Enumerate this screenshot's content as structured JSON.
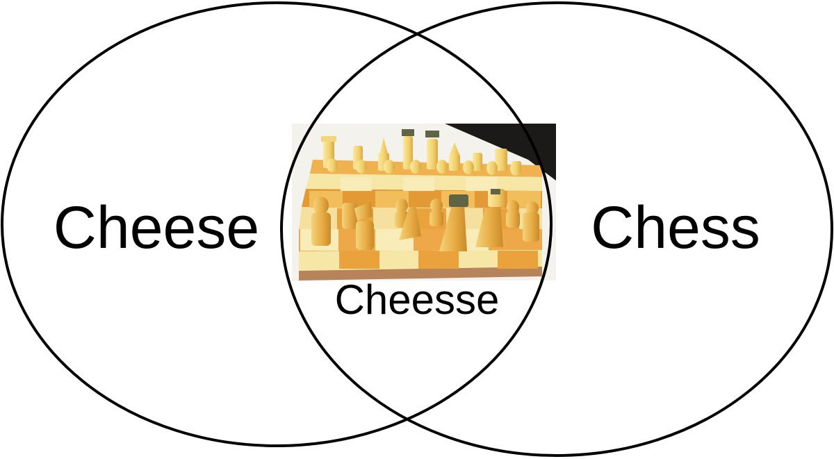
{
  "diagram": {
    "left_set": {
      "label": "Cheese"
    },
    "right_set": {
      "label": "Chess"
    },
    "intersection": {
      "label": "Cheesse",
      "image_subject": "cheese-chess-set-photo"
    }
  },
  "colors": {
    "outline": "#000000",
    "background": "#ffffff",
    "cheese_light": "#f6e7a6",
    "cheese_orange": "#f0b24e",
    "cheese_dark": "#e39a34",
    "board_wood": "#b7835b",
    "piece_dark_top": "#5f6544"
  }
}
